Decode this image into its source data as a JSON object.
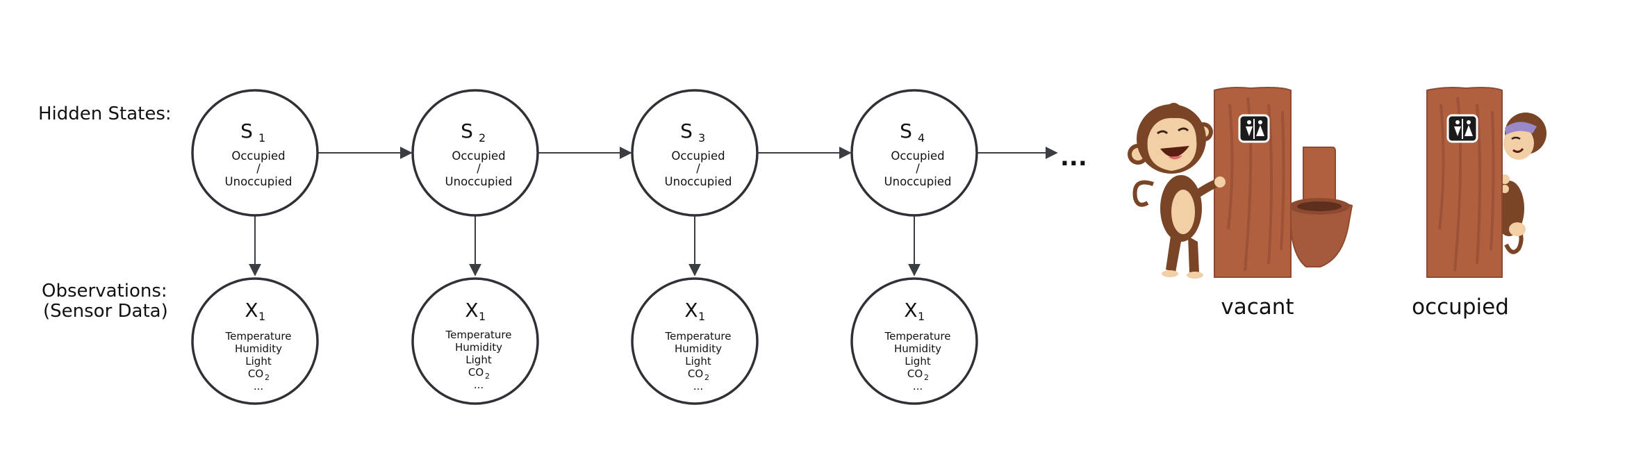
{
  "labels": {
    "hidden": "Hidden States:",
    "obs_line1": "Observations:",
    "obs_line2": "(Sensor Data)"
  },
  "hidden_states": [
    {
      "base": "S",
      "sub": "1",
      "line1": "Occupied",
      "line2": "/",
      "line3": "Unoccupied"
    },
    {
      "base": "S",
      "sub": "2",
      "line1": "Occupied",
      "line2": "/",
      "line3": "Unoccupied"
    },
    {
      "base": "S",
      "sub": "3",
      "line1": "Occupied",
      "line2": "/",
      "line3": "Unoccupied"
    },
    {
      "base": "S",
      "sub": "4",
      "line1": "Occupied",
      "line2": "/",
      "line3": "Unoccupied"
    }
  ],
  "observations": [
    {
      "base": "X",
      "sub": "1",
      "items": [
        "Temperature",
        "Humidity",
        "Light",
        "CO",
        "..."
      ],
      "co_sub": "2"
    },
    {
      "base": "X",
      "sub": "1",
      "items": [
        "Temperature",
        "Humidity",
        "Light",
        "CO",
        "..."
      ],
      "co_sub": "2"
    },
    {
      "base": "X",
      "sub": "1",
      "items": [
        "Temperature",
        "Humidity",
        "Light",
        "CO",
        "..."
      ],
      "co_sub": "2"
    },
    {
      "base": "X",
      "sub": "1",
      "items": [
        "Temperature",
        "Humidity",
        "Light",
        "CO",
        "..."
      ],
      "co_sub": "2"
    }
  ],
  "continuation": "...",
  "illustrations": {
    "vacant": "vacant",
    "occupied": "occupied"
  },
  "colors": {
    "stroke": "#2f3136",
    "wood": "#b0603f",
    "wood_dark": "#8e4a31",
    "monkey": "#7a4526",
    "monkey_face": "#f3cfa5"
  }
}
